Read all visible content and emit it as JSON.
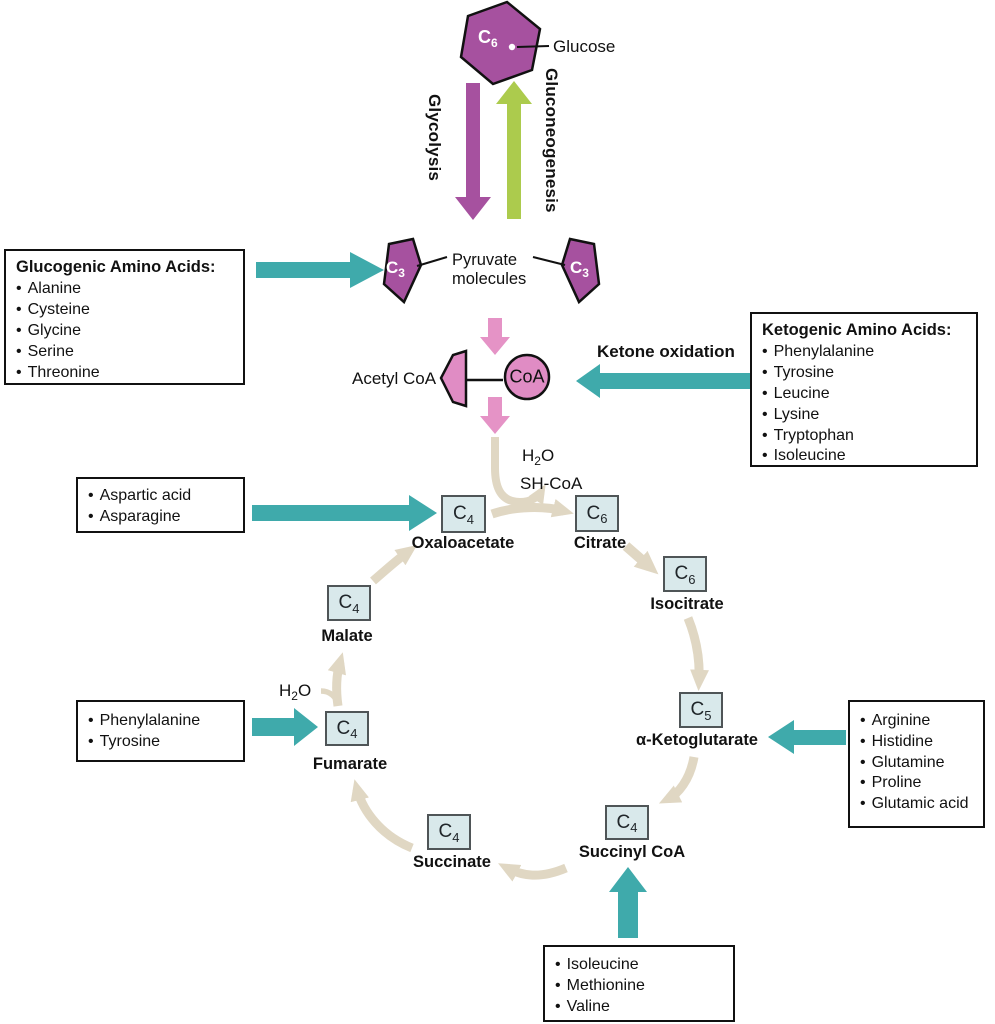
{
  "colors": {
    "purple": "#A6519F",
    "green": "#ACCB4D",
    "teal": "#3FAAAB",
    "pink_shape": "#E08CC4",
    "pink_arrow": "#E593C6",
    "beige": "#E0D7C3",
    "node_fill": "#D9E9EB",
    "ink": "#111111"
  },
  "top": {
    "glucose": {
      "symbol": "C",
      "sub": "6",
      "label": "Glucose"
    },
    "glycolysis": "Glycolysis",
    "gluconeogenesis": "Gluconeogenesis",
    "pyruvate": {
      "symbol": "C",
      "sub": "3",
      "label_line1": "Pyruvate",
      "label_line2": "molecules"
    },
    "acetyl": {
      "label": "Acetyl CoA",
      "coa": "CoA"
    },
    "ketone_oxidation": "Ketone oxidation",
    "h2o": {
      "a": "H",
      "sub": "2",
      "b": "O"
    },
    "sh_coa": "SH-CoA"
  },
  "feeds": {
    "glucogenic": {
      "title": "Glucogenic Amino Acids:",
      "items": [
        "Alanine",
        "Cysteine",
        "Glycine",
        "Serine",
        "Threonine"
      ]
    },
    "ketogenic": {
      "title": "Ketogenic Amino Acids:",
      "items": [
        "Phenylalanine",
        "Tyrosine",
        "Leucine",
        "Lysine",
        "Tryptophan",
        "Isoleucine"
      ]
    },
    "oxaloacetate": {
      "items": [
        "Aspartic acid",
        "Asparagine"
      ]
    },
    "fumarate": {
      "items": [
        "Phenylalanine",
        "Tyrosine"
      ]
    },
    "alpha_ketoglutarate": {
      "items": [
        "Arginine",
        "Histidine",
        "Glutamine",
        "Proline",
        "Glutamic acid"
      ]
    },
    "succinyl_coa": {
      "items": [
        "Isoleucine",
        "Methionine",
        "Valine"
      ]
    }
  },
  "cycle": {
    "h2o": {
      "a": "H",
      "sub": "2",
      "b": "O"
    },
    "nodes": {
      "oxaloacetate": {
        "symbol": "C",
        "sub": "4",
        "label": "Oxaloacetate"
      },
      "citrate": {
        "symbol": "C",
        "sub": "6",
        "label": "Citrate"
      },
      "isocitrate": {
        "symbol": "C",
        "sub": "6",
        "label": "Isocitrate"
      },
      "alpha_ketoglutarate": {
        "symbol": "C",
        "sub": "5",
        "label": "α-Ketoglutarate"
      },
      "succinyl_coa": {
        "symbol": "C",
        "sub": "4",
        "label": "Succinyl CoA"
      },
      "succinate": {
        "symbol": "C",
        "sub": "4",
        "label": "Succinate"
      },
      "fumarate": {
        "symbol": "C",
        "sub": "4",
        "label": "Fumarate"
      },
      "malate": {
        "symbol": "C",
        "sub": "4",
        "label": "Malate"
      }
    }
  }
}
